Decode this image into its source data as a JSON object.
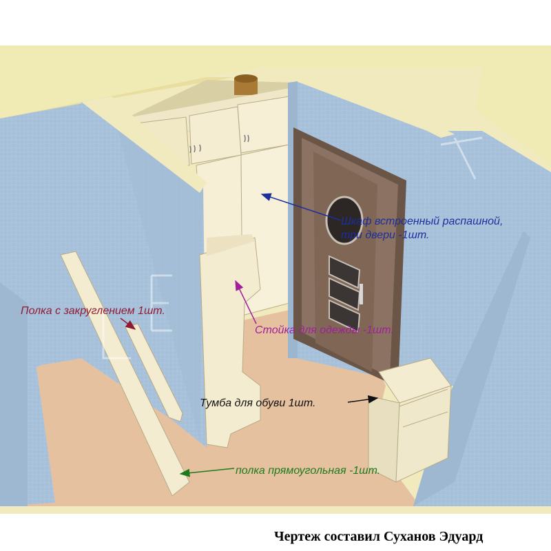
{
  "labels": {
    "wardrobe_line1": "Шкаф встроенный распашной,",
    "wardrobe_line2": "три двери -1шт.",
    "clothes_stand": "Стойка для одежды -1шт.",
    "rounded_shelf": "Полка с закруглением 1шт.",
    "shoe_cabinet": "Тумба для обуви 1шт.",
    "rect_shelf": "полка прямоугольная -1шт."
  },
  "credit": "Чертеж составил Суханов Эдуард",
  "colors": {
    "wardrobe_label": "#1c2f9a",
    "stand_label": "#a0209a",
    "rounded_shelf_label": "#8e1a34",
    "shoe_label": "#111111",
    "rect_shelf_label": "#1d7a1d",
    "wall": "#a9c3dc",
    "floor": "#e8c4a4",
    "furniture": "#f4ecd0",
    "door": "#7d6656"
  }
}
